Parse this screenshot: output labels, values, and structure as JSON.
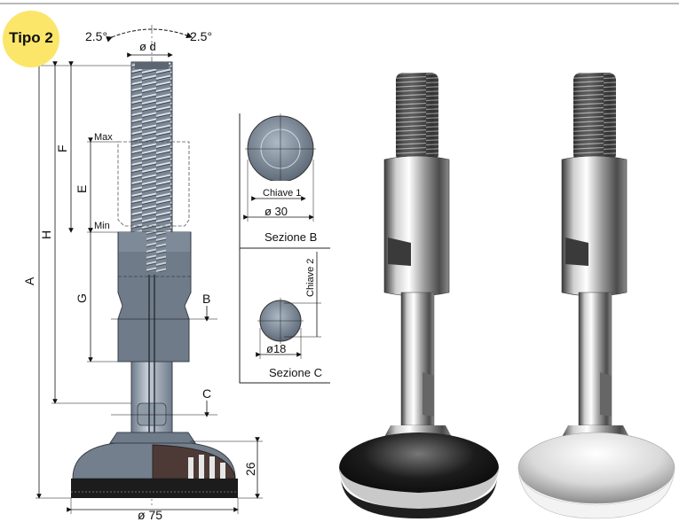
{
  "badge": {
    "label": "Tipo 2",
    "color": "#fbe66a"
  },
  "angle": {
    "left": "2.5°",
    "right": "2.5°"
  },
  "dimensions": {
    "thread_diameter": "ø d",
    "A": "A",
    "H": "H",
    "F": "F",
    "E": "E",
    "G": "G",
    "max": "Max",
    "min": "Min",
    "B": "B",
    "C": "C",
    "height": "26",
    "base_diameter": "ø 75"
  },
  "section_b": {
    "key": "Chiave 1",
    "diameter": "ø 30",
    "title": "Sezione B"
  },
  "section_c": {
    "key": "Chiave 2",
    "diameter": "ø18",
    "title": "Sezione C"
  },
  "photos": [
    {
      "name": "leveling-foot-black-base",
      "base_color": "#151515"
    },
    {
      "name": "leveling-foot-white-base",
      "base_color": "#f1f1f1"
    }
  ]
}
